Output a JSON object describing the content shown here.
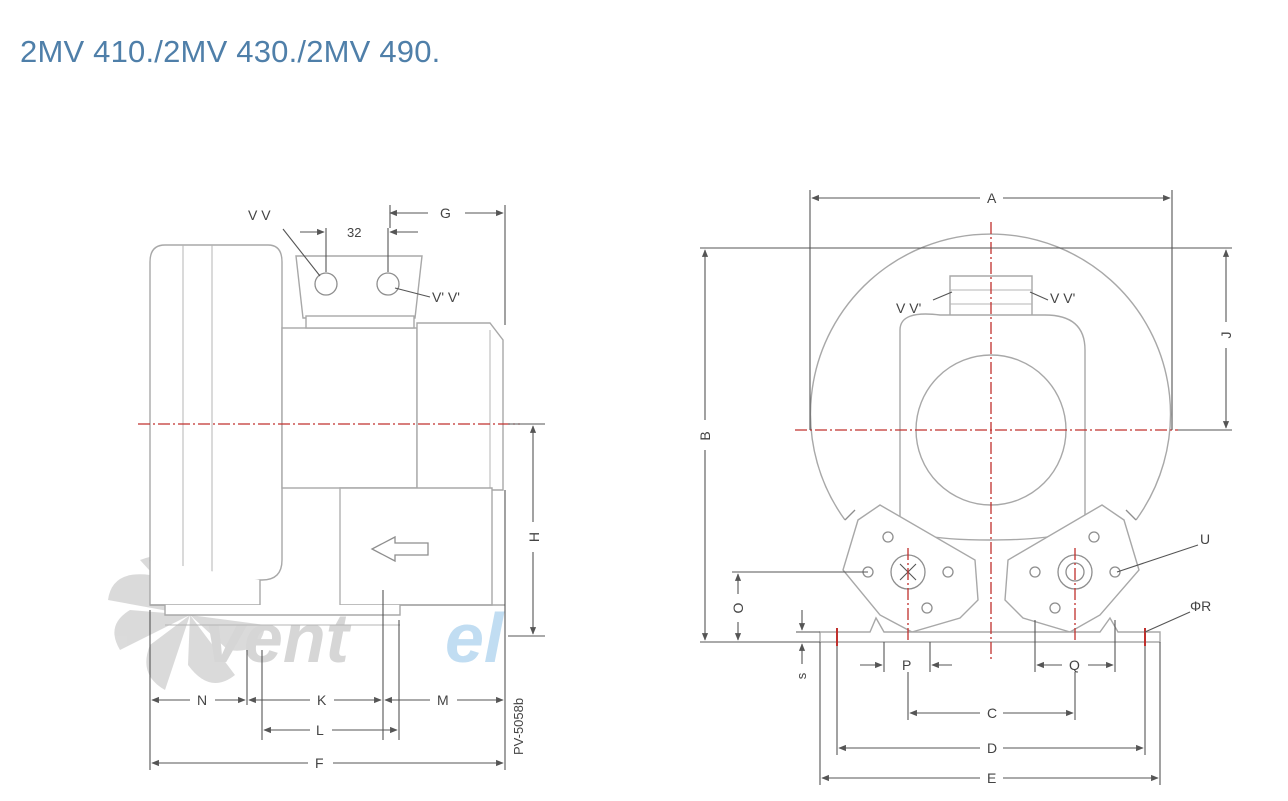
{
  "title": "2MV 410./2MV 430./2MV 490.",
  "doc_code": "PV-5058b",
  "watermark": {
    "text_a": "vent",
    "text_b": "el",
    "color_a": "#b5b5b5",
    "color_b": "#8fc3e8"
  },
  "side_view": {
    "labels": {
      "vv": "V V",
      "vv_prime": "V' V'",
      "dim_32": "32",
      "g": "G",
      "h": "H",
      "n": "N",
      "k": "K",
      "l": "L",
      "m": "M",
      "f": "F"
    }
  },
  "front_view": {
    "labels": {
      "a": "A",
      "b": "B",
      "j": "J",
      "vv_prime_left": "V V'",
      "vv_prime_right": "V V'",
      "u": "U",
      "r": "ΦR",
      "o": "O",
      "s": "s",
      "p": "P",
      "q": "Q",
      "c": "C",
      "d": "D",
      "e": "E"
    }
  },
  "colors": {
    "title": "#4f7fa9",
    "centerline": "#c0302d",
    "lines": "#8e8e8e"
  }
}
